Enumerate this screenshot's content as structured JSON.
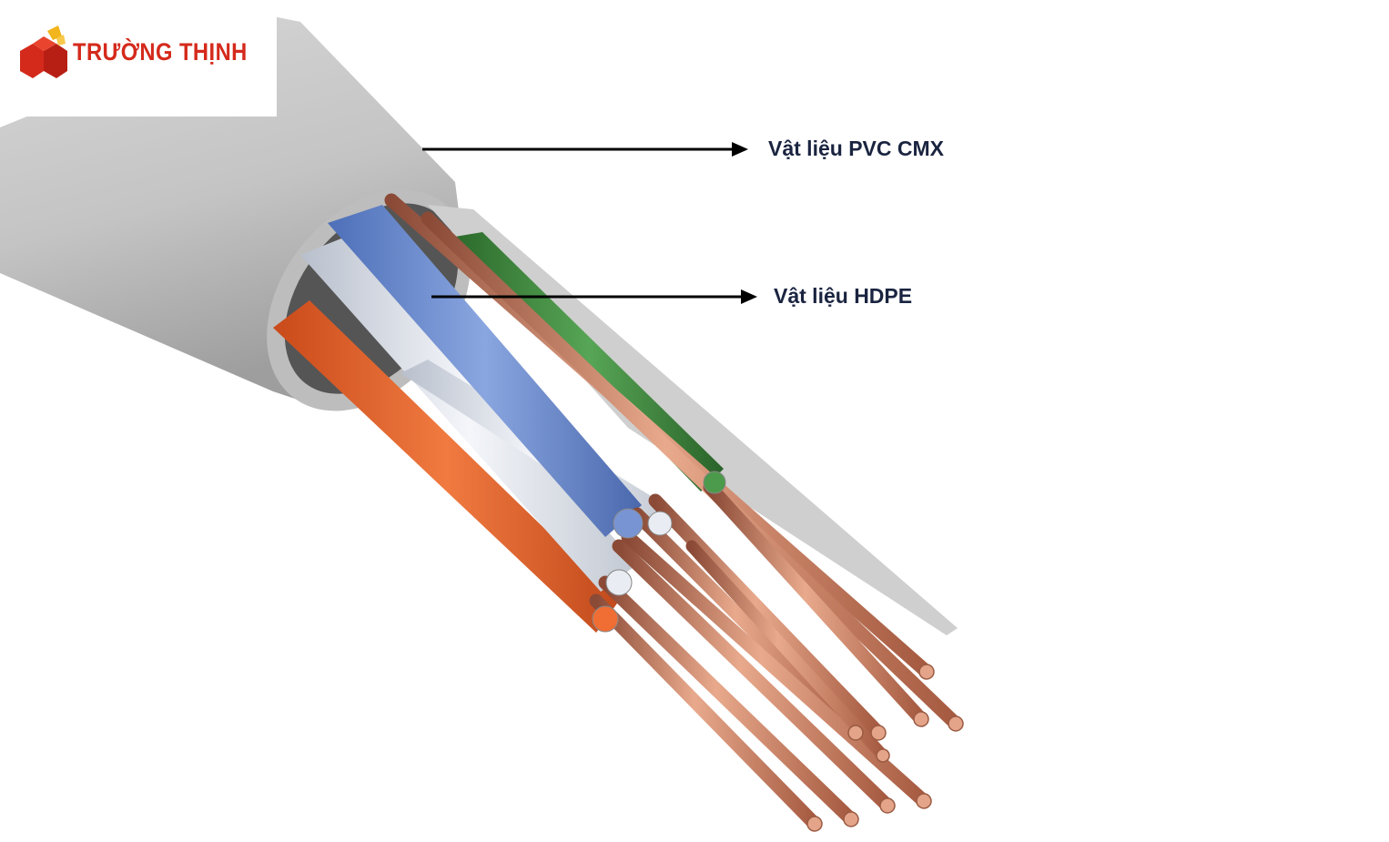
{
  "brand": {
    "name": "TRƯỜNG THỊNH",
    "color": "#d42a1c",
    "accent": "#f2b51c"
  },
  "labels": {
    "jacket": "Vật liệu PVC CMX",
    "insulation": "Vật liệu HDPE"
  },
  "colors": {
    "jacket": "#c9c9c9",
    "copper": "#c97a5e",
    "blue_pair": "#6f8fd0",
    "orange_pair": "#e8662e",
    "green_pair": "#3d8a3c",
    "label_text": "#1a2440"
  }
}
